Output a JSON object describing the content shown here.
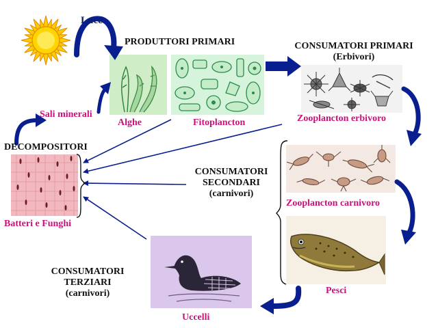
{
  "diagram": {
    "sun_label": "Luce",
    "mineral_label": "Sali minerali",
    "producers": {
      "title": "PRODUTTORI PRIMARI",
      "algae_label": "Alghe",
      "phyto_label": "Fitoplancton"
    },
    "primary_consumers": {
      "title_line1": "CONSUMATORI PRIMARI",
      "title_line2": "(Erbivori)",
      "item_label": "Zooplancton erbivoro"
    },
    "secondary_consumers": {
      "title_line1": "CONSUMATORI",
      "title_line2": "SECONDARI",
      "title_line3": "(carnivori)",
      "zoo_label": "Zooplancton carnivoro",
      "fish_label": "Pesci"
    },
    "tertiary_consumers": {
      "title_line1": "CONSUMATORI",
      "title_line2": "TERZIARI",
      "title_line3": "(carnivori)",
      "bird_label": "Uccelli"
    },
    "decomposers": {
      "title": "DECOMPOSITORI",
      "item_label": "Batteri e Funghi"
    }
  },
  "colors": {
    "heading": "#0b1f66",
    "item_label": "#c8127a",
    "arrow": "#0a1f8f",
    "algae_bg": "#cfeec8",
    "phyto_bg": "#d6f3dc",
    "bacteria_bg": "#f2b8bf",
    "bird_bg": "#dcc7ec"
  }
}
